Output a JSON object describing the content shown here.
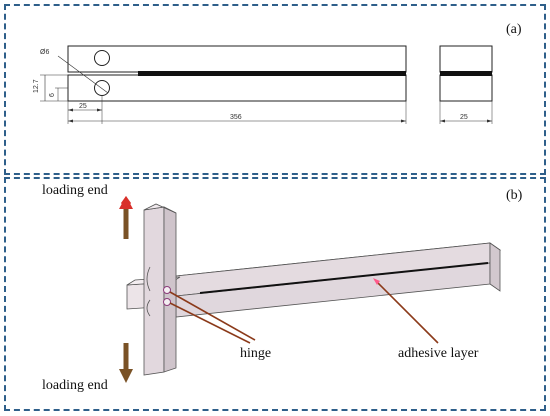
{
  "panel_a": {
    "label": "(a)",
    "hole_diameter": "Ø6",
    "dim_height_total": "12.7",
    "dim_height_half": "6",
    "dim_hole_offset": "25",
    "dim_length": "356",
    "dim_width": "25"
  },
  "panel_b": {
    "label": "(b)",
    "loading_end_top": "loading end",
    "loading_end_bottom": "loading end",
    "hinge": "hinge",
    "adhesive_layer": "adhesive layer"
  },
  "colors": {
    "frame": "#2e5f8a",
    "arrow_up": "#c0392b",
    "arrow_down": "#8b5a2b",
    "pointer": "#8b3a1a",
    "specimen_fill": "#e6dde2"
  }
}
